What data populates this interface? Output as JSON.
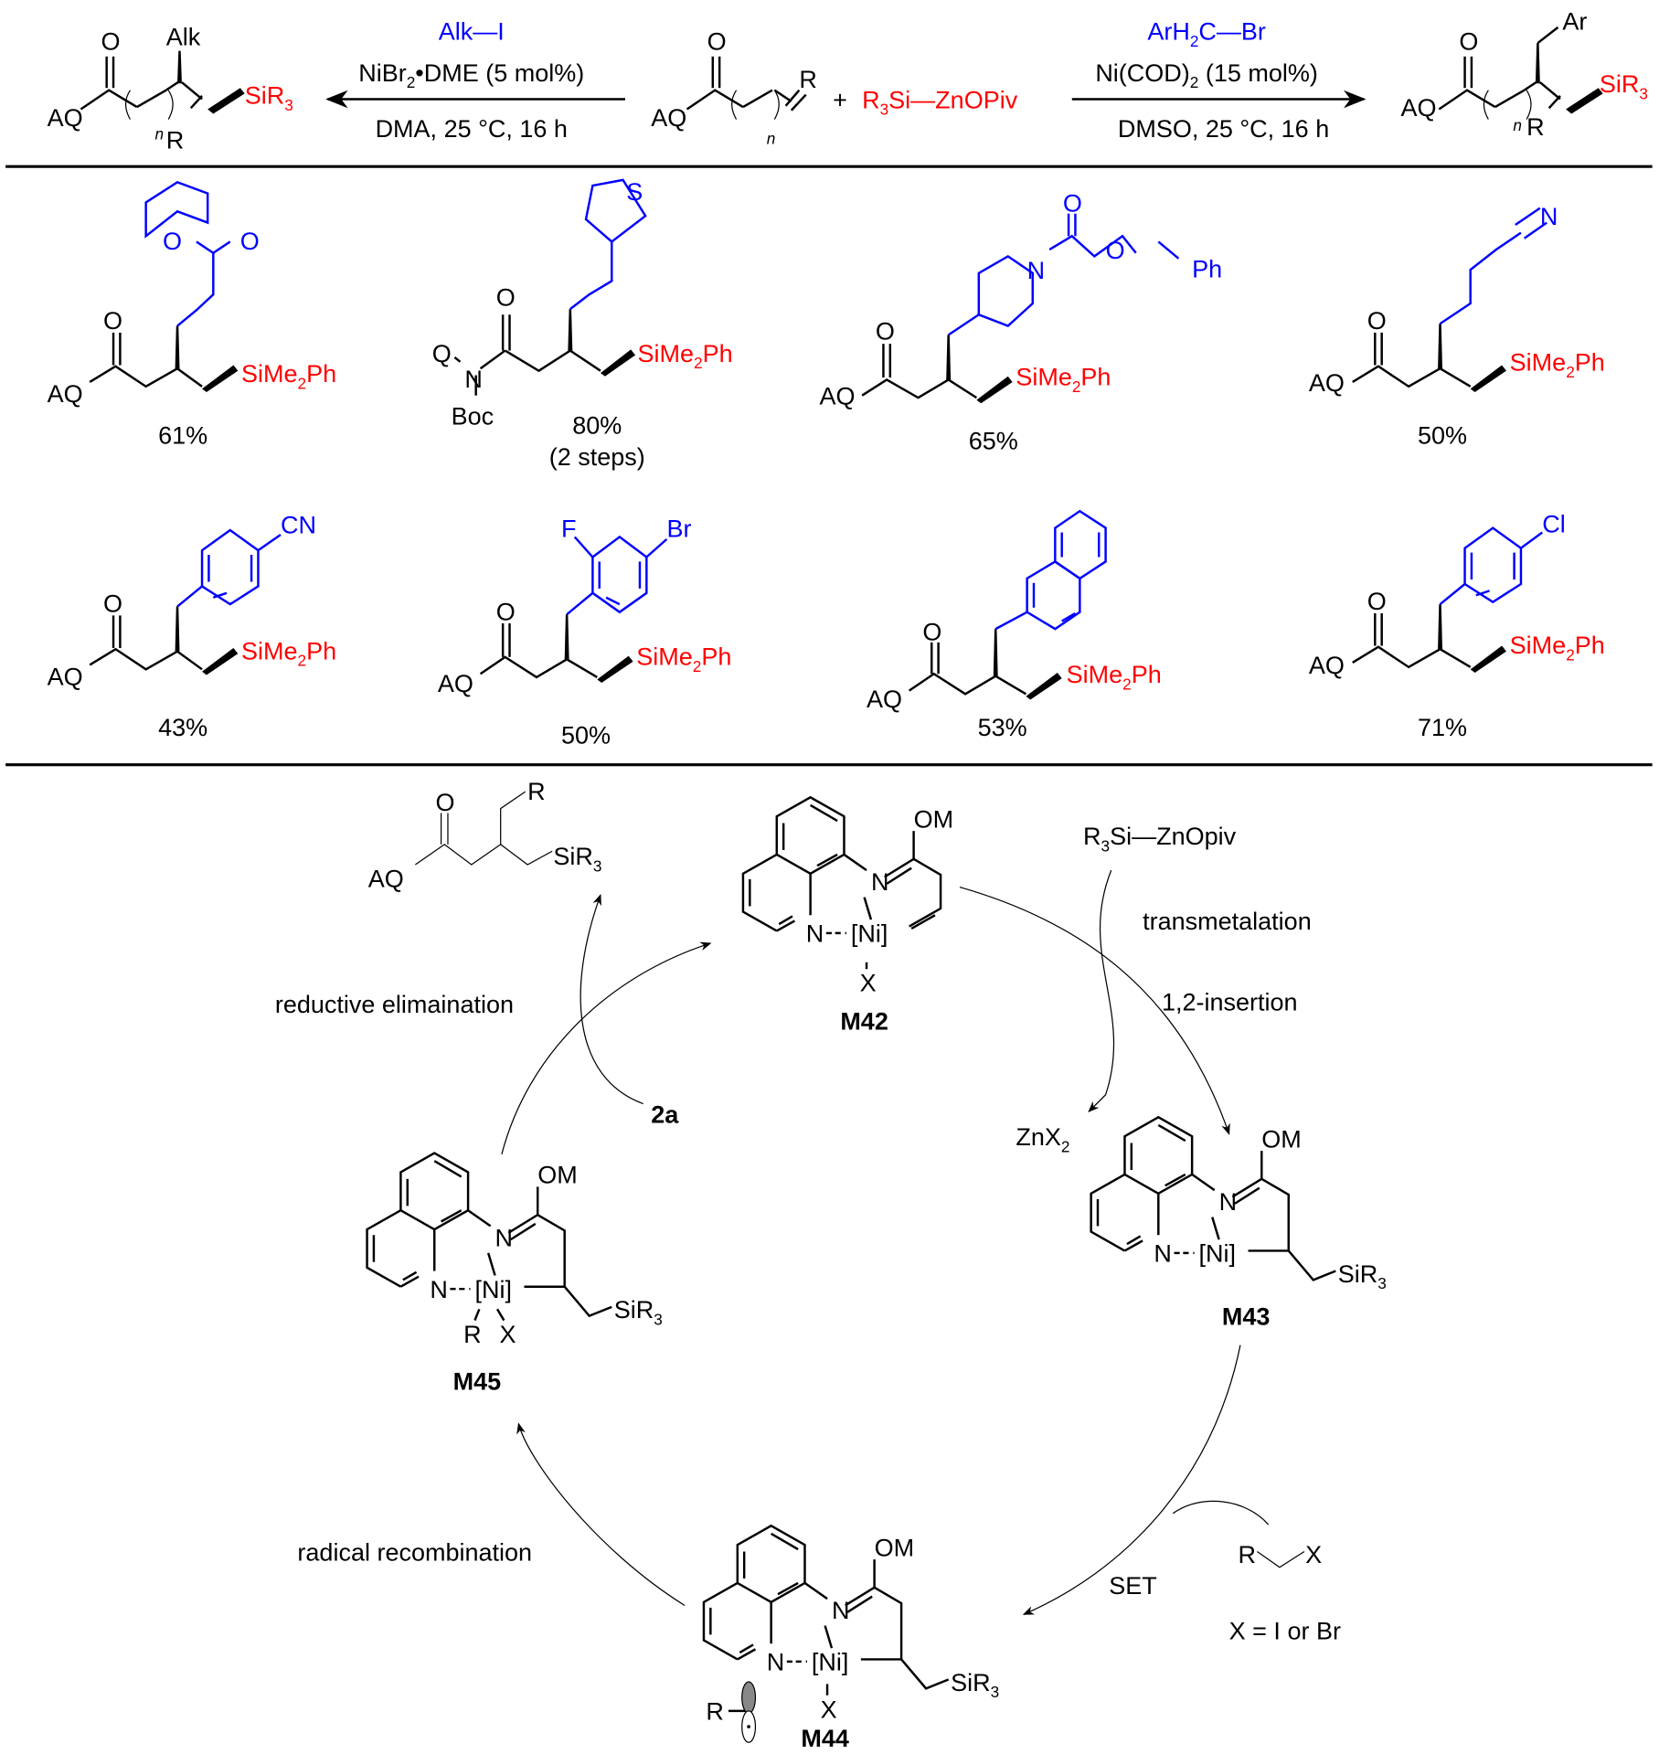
{
  "header_reaction": {
    "left_product": {
      "carbonyl_O": "O",
      "AQ": "AQ",
      "alk": "Alk",
      "n": "n",
      "R": "R",
      "silyl": "SiR",
      "silyl_sub": "3"
    },
    "left_arrow": {
      "reagent": "Alk—I",
      "catalyst_pre": "NiBr",
      "catalyst_sub": "2",
      "catalyst_post": "•DME (5 mol%)",
      "conditions": "DMA, 25 °C, 16 h"
    },
    "substrate": {
      "carbonyl_O": "O",
      "AQ": "AQ",
      "n": "n",
      "R": "R"
    },
    "plus": "+",
    "silyl_zinc": {
      "pre": "R",
      "sub": "3",
      "post": "Si—ZnOPiv"
    },
    "right_arrow": {
      "reagent_pre": "ArH",
      "reagent_sub": "2",
      "reagent_post": "C—Br",
      "catalyst_pre": "Ni(COD)",
      "catalyst_sub": "2",
      "catalyst_post": " (15 mol%)",
      "conditions": "DMSO, 25 °C, 16 h"
    },
    "right_product": {
      "carbonyl_O": "O",
      "AQ": "AQ",
      "Ar": "Ar",
      "n": "n",
      "R": "R",
      "silyl": "SiR",
      "silyl_sub": "3"
    }
  },
  "scope": [
    {
      "group": "1,3-dioxane",
      "yield": "61%",
      "labels": [
        "O",
        "O"
      ],
      "left": "AQ"
    },
    {
      "group": "tetrahydrothiophene",
      "yield": "80%",
      "note": "(2 steps)",
      "labels": [
        "S"
      ],
      "left_Q": "Q",
      "left_N": "N",
      "left_Boc": "Boc"
    },
    {
      "group": "N-Cbz-piperidine",
      "yield": "65%",
      "labels": [
        "N",
        "O",
        "O",
        "Ph"
      ],
      "left": "AQ"
    },
    {
      "group": "nitrile",
      "yield": "50%",
      "labels": [
        "N"
      ],
      "left": "AQ"
    },
    {
      "group": "4-cyanobenzyl",
      "yield": "43%",
      "labels": [
        "CN"
      ],
      "left": "AQ"
    },
    {
      "group": "4-bromo-2-fluorobenzyl",
      "yield": "50%",
      "labels": [
        "F",
        "Br"
      ],
      "left": "AQ"
    },
    {
      "group": "2-naphthylmethyl",
      "yield": "53%",
      "labels": [],
      "left": "AQ"
    },
    {
      "group": "4-chlorobenzyl",
      "yield": "71%",
      "labels": [
        "Cl"
      ],
      "left": "AQ"
    }
  ],
  "scope_common": {
    "carbonyl_O": "O",
    "silyl_pre": "SiMe",
    "silyl_sub": "2",
    "silyl_post": "Ph"
  },
  "cycle": {
    "product": {
      "O": "O",
      "AQ": "AQ",
      "R": "R",
      "silyl": "SiR",
      "silyl_sub": "3"
    },
    "reagent": {
      "pre": "R",
      "sub": "3",
      "post": "Si—ZnOpiv"
    },
    "steps": {
      "transmetalation": "transmetalation",
      "insertion": "1,2-insertion",
      "set": "SET",
      "radical_recombination": "radical recombination",
      "reductive_elimination": "reductive elimaination"
    },
    "byproduct": {
      "pre": "ZnX",
      "sub": "2"
    },
    "substrate_label": "2a",
    "alkyl_halide": {
      "R": "R",
      "X": "X",
      "note": "X = I or Br"
    },
    "intermediates": [
      {
        "id": "M42",
        "OM": "OM",
        "N1": "N",
        "N2": "N",
        "Ni": "[Ni]",
        "X": "X"
      },
      {
        "id": "M43",
        "OM": "OM",
        "N1": "N",
        "N2": "N",
        "Ni": "[Ni]",
        "silyl": "SiR",
        "silyl_sub": "3"
      },
      {
        "id": "M44",
        "OM": "OM",
        "N1": "N",
        "N2": "N",
        "Ni": "[Ni]",
        "X": "X",
        "R": "R",
        "silyl": "SiR",
        "silyl_sub": "3"
      },
      {
        "id": "M45",
        "OM": "OM",
        "N1": "N",
        "N2": "N",
        "Ni": "[Ni]",
        "X": "X",
        "R": "R",
        "silyl": "SiR",
        "silyl_sub": "3"
      }
    ]
  },
  "colors": {
    "new_bond_group": "#0000ff",
    "silyl": "#ff0000",
    "text": "#000000"
  }
}
